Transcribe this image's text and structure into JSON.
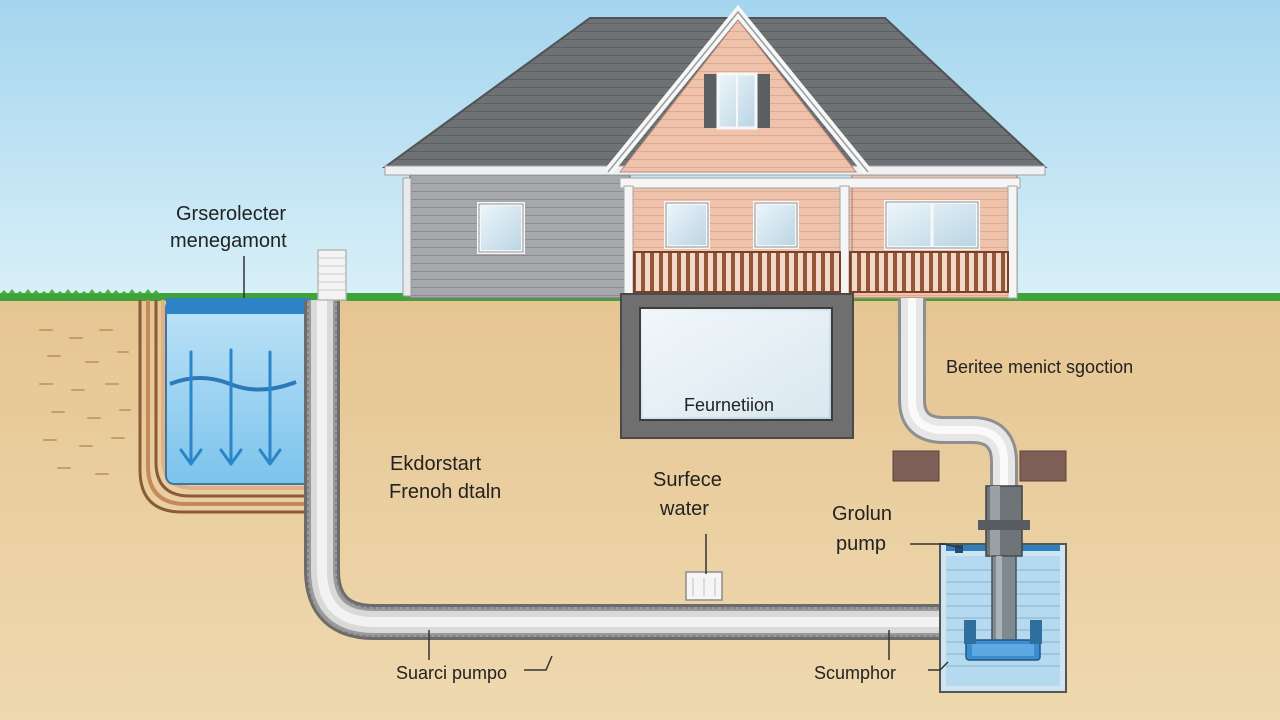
{
  "labels": {
    "groundwater_line1": "Grserolecter",
    "groundwater_line2": "menegamont",
    "exterior_line1": "Ekdorstart",
    "exterior_line2": "Frenoh dtaln",
    "surface_line1": "Surfece",
    "surface_line2": "water",
    "ground_pump_line1": "Grolun",
    "ground_pump_line2": "pump",
    "basement_section": "Beritee menict sgoction",
    "foundation": "Feurnetiion",
    "sump_pump_bottom": "Suarci pumpo",
    "sump_pit": "Scumphor"
  },
  "colors": {
    "sky_top": "#a9d8ef",
    "sky_bottom": "#d6eef8",
    "soil": "#e9cf9e",
    "grass": "#3fa33a",
    "roof": "#6d7174",
    "siding_grey": "#a7a9ab",
    "siding_peach": "#f1c3ad",
    "porch_rail": "#9b5b3d",
    "water": "#6fbbe8",
    "pipe": "#dcdcdc",
    "outline": "#555555",
    "arrow": "#2a86c8"
  },
  "icons": [
    "down-arrow-icon"
  ]
}
